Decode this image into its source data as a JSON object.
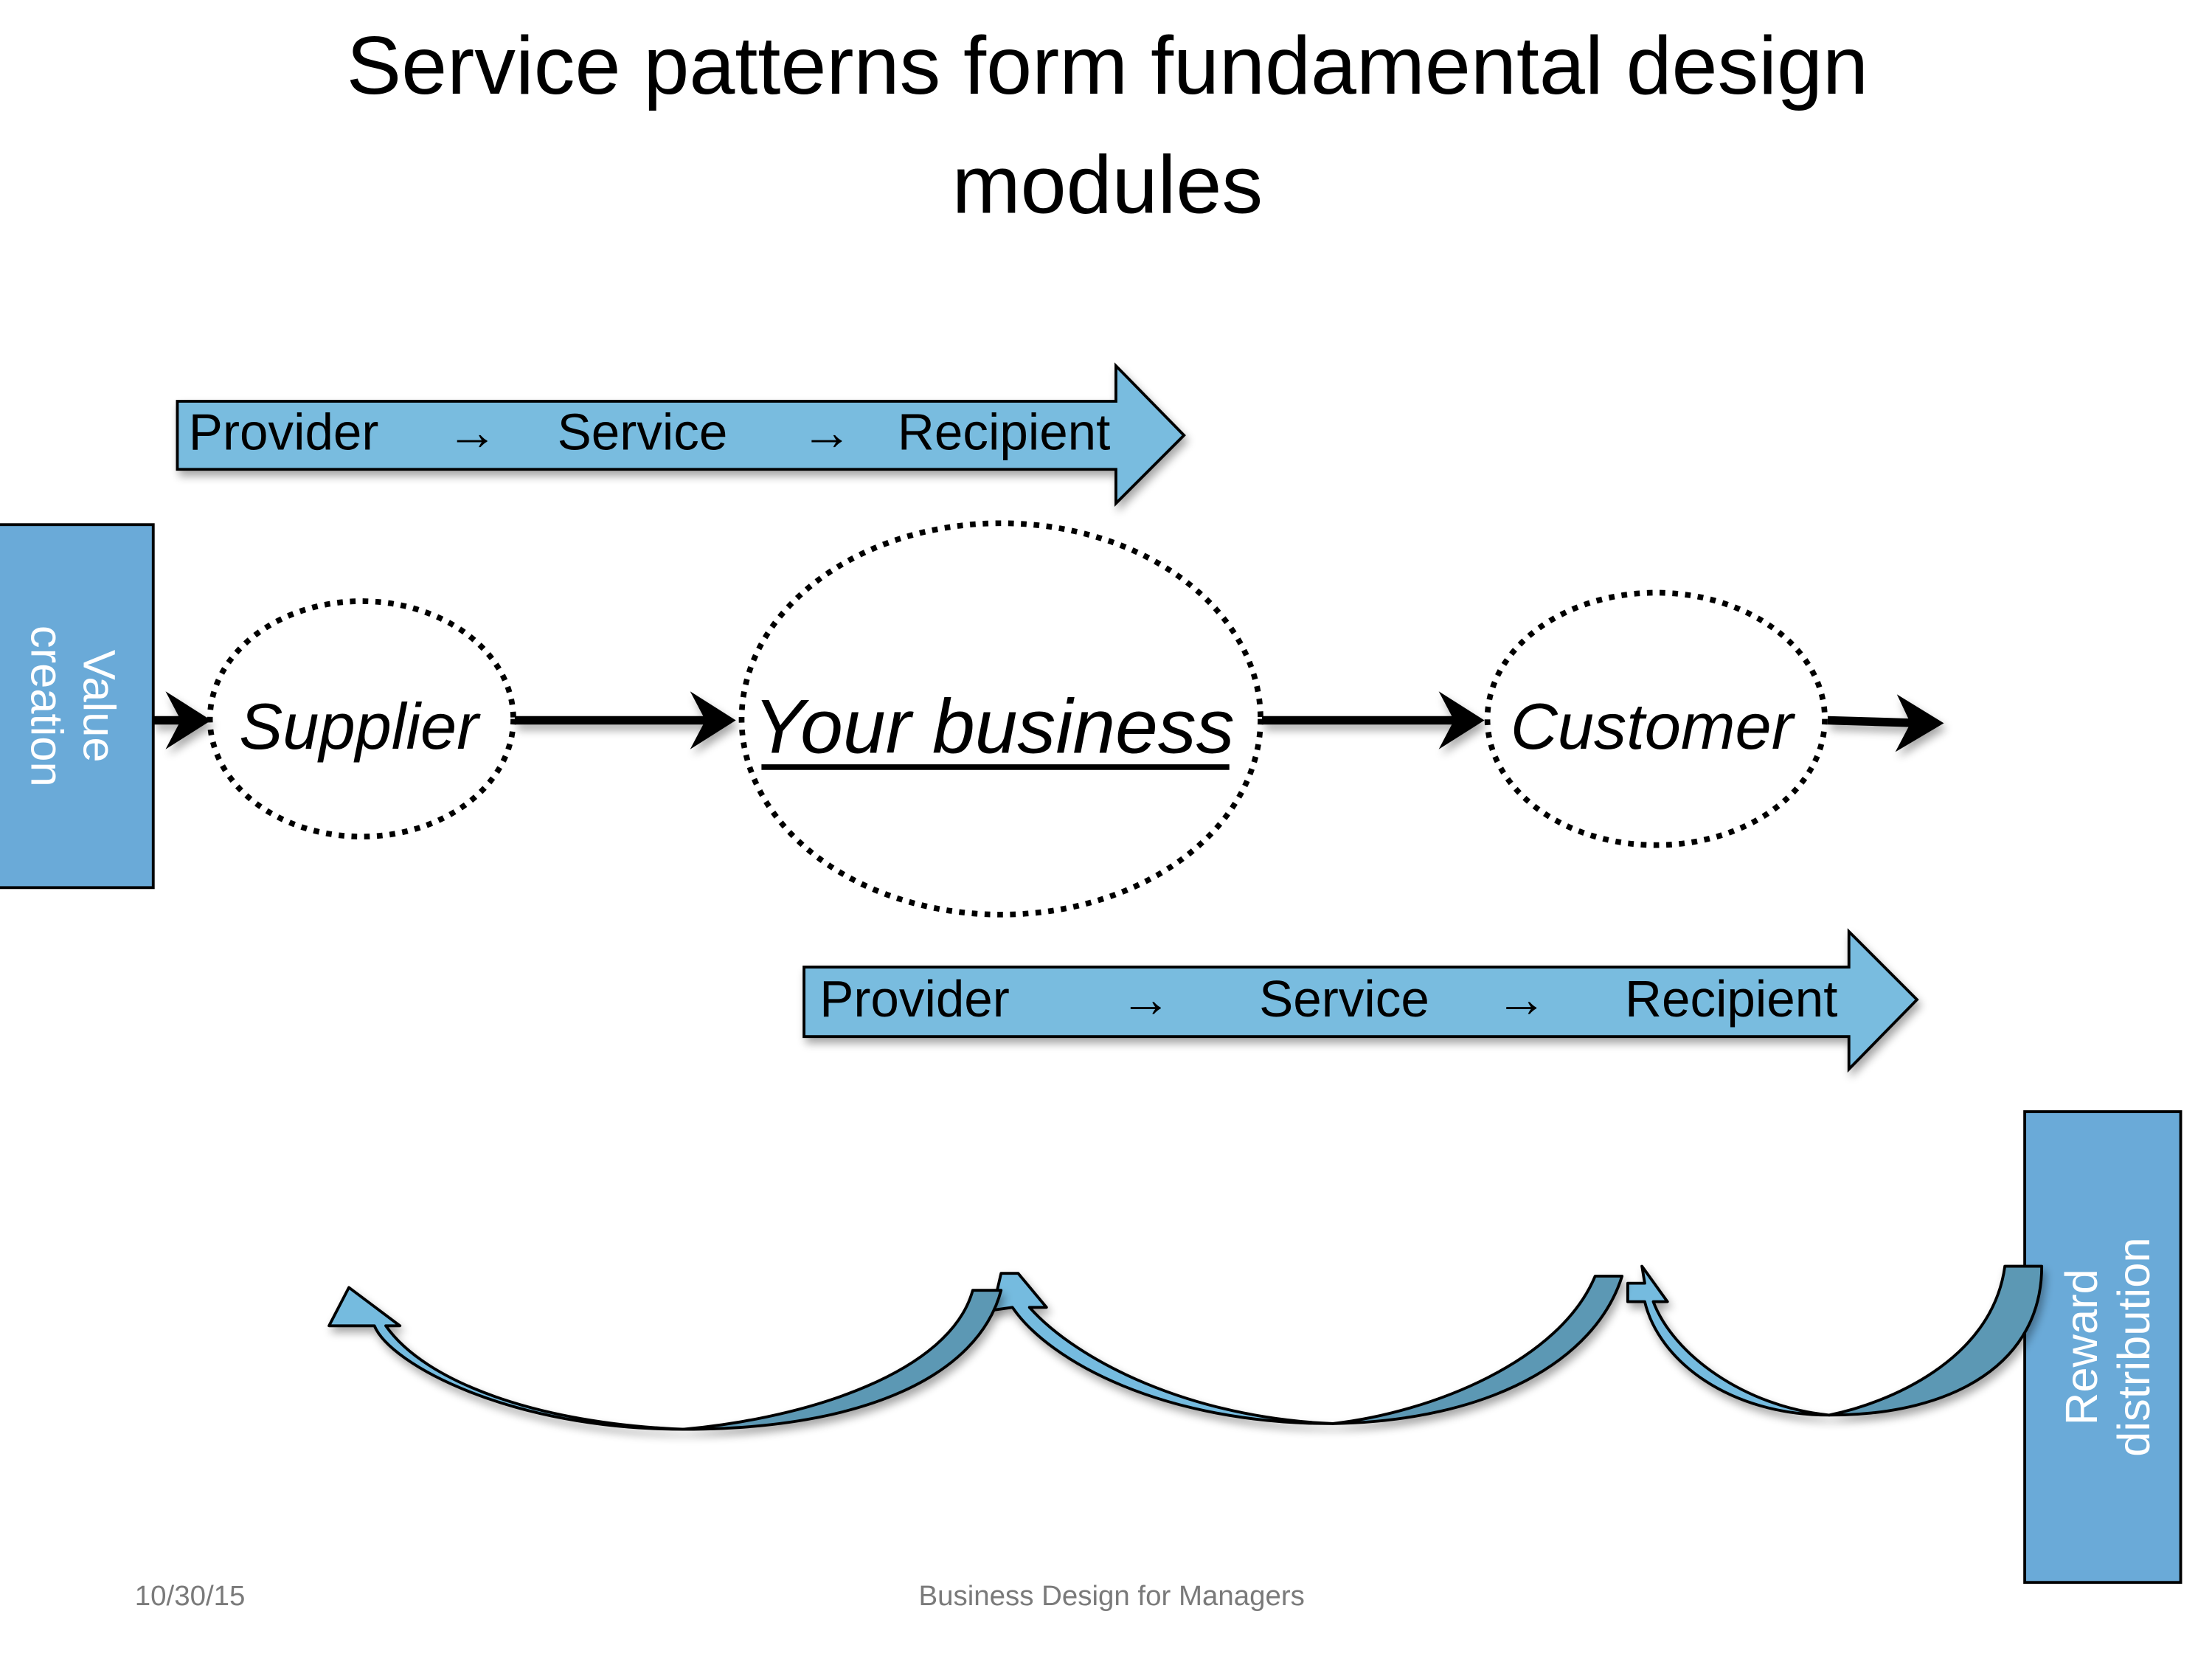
{
  "slide": {
    "title_line1": "Service patterns form fundamental design",
    "title_line2": "modules"
  },
  "banners": {
    "top": {
      "provider": "Provider",
      "arrow1": "→",
      "service": "Service",
      "arrow2": "→",
      "recipient": "Recipient"
    },
    "bottom": {
      "provider": "Provider",
      "arrow1": "→",
      "service": "Service",
      "arrow2": "→",
      "recipient": "Recipient"
    }
  },
  "nodes": {
    "supplier": "Supplier",
    "your_business": "Your business",
    "customer": "Customer"
  },
  "side_boxes": {
    "value_creation": {
      "line1": "Value",
      "line2": "creation"
    },
    "reward_distribution": {
      "line1": "Reward",
      "line2": "distribution"
    }
  },
  "footer": {
    "date": "10/30/15",
    "course": "Business Design for Managers"
  },
  "colors": {
    "banner_fill": "#79bcdf",
    "box_fill": "#6aaad8",
    "curve_light": "#74bbdf",
    "curve_dark": "#5b98b4"
  }
}
